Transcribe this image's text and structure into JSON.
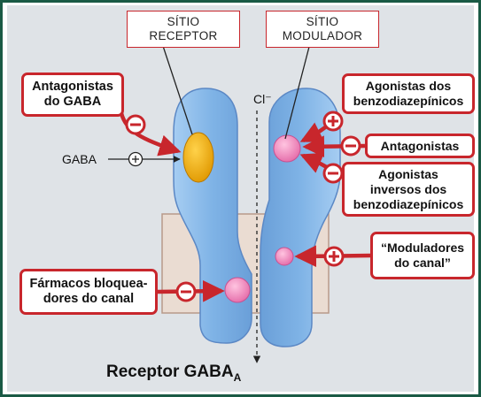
{
  "sites": {
    "receptor": [
      "SÍTIO",
      "RECEPTOR"
    ],
    "modulator": [
      "SÍTIO",
      "MODULADOR"
    ]
  },
  "labels": {
    "gaba_antagonists": [
      "Antagonistas",
      "do GABA"
    ],
    "gaba": "GABA",
    "chloride": "Cl⁻",
    "bzd_agonists": [
      "Agonistas dos",
      "benzodiazepínicos"
    ],
    "antagonists": "Antagonistas",
    "inverse_agonists": [
      "Agonistas",
      "inversos dos",
      "benzodiazepínicos"
    ],
    "channel_modulators": [
      "“Moduladores",
      "do canal”"
    ],
    "channel_blockers": [
      "Fármacos bloquea-",
      "dores do canal"
    ]
  },
  "caption": {
    "main": "Receptor GABA",
    "subscript": "A"
  },
  "signs": {
    "plus": "+",
    "minus": "−"
  },
  "colors": {
    "frame": "#1a5a45",
    "panel": "#dfe3e7",
    "membrane": "#eadcd2",
    "receptor_fill": "#7fb3e6",
    "receptor_edge": "#5b88c5",
    "gaba_site": "#f0a800",
    "modulator_site": "#ee79b3",
    "arrow_red": "#c8262c"
  }
}
